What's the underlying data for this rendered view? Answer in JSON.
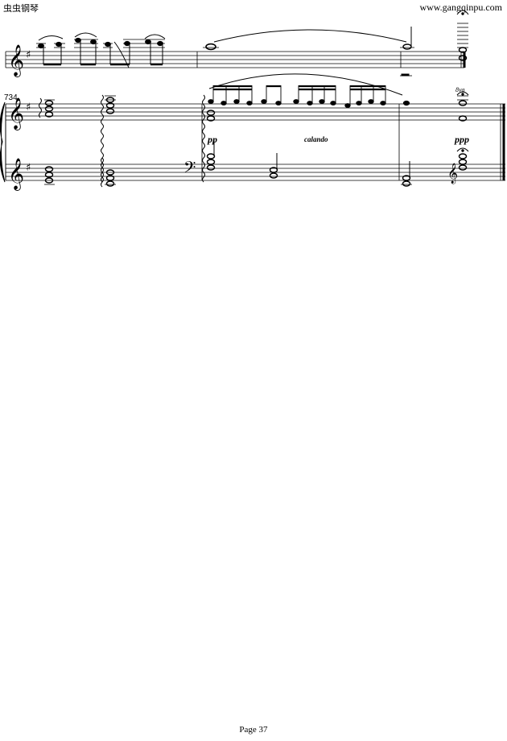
{
  "header": {
    "site_name": "虫虫钢琴",
    "site_url": "www.gangqinpu.com"
  },
  "score": {
    "measure_number": "734",
    "dynamics": [
      "pp",
      "calando",
      "ppp"
    ],
    "ottava": "8va"
  },
  "footer": {
    "page_label": "Page 37"
  }
}
